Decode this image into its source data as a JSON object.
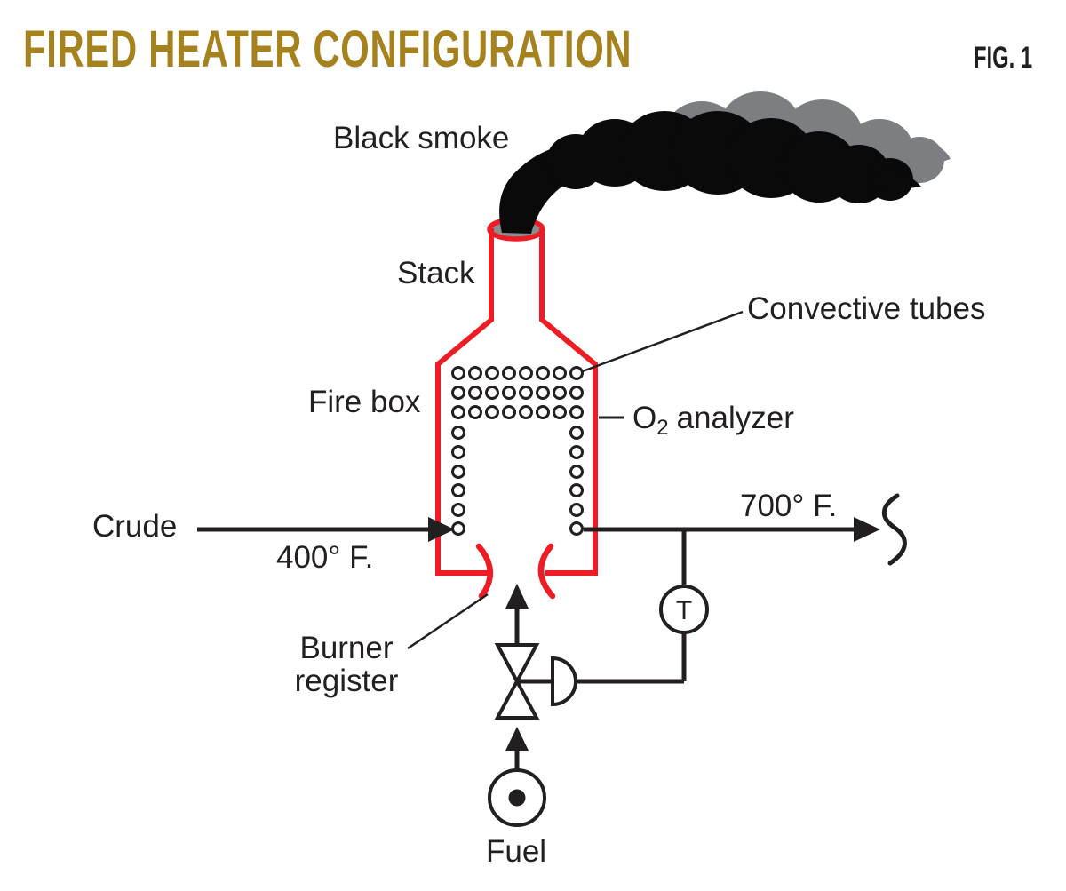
{
  "figure": {
    "title": "FIRED HEATER CONFIGURATION",
    "figure_number": "FIG. 1"
  },
  "labels": {
    "black_smoke": "Black smoke",
    "stack": "Stack",
    "convective_tubes": "Convective tubes",
    "fire_box": "Fire box",
    "o2_analyzer": {
      "element": "O",
      "subscript": "2",
      "rest": "analyzer"
    },
    "crude": "Crude",
    "crude_inlet_temperature": "400° F.",
    "crude_outlet_temperature": "700° F.",
    "burner_register": {
      "line1": "Burner",
      "line2": "register"
    },
    "fuel": "Fuel",
    "temperature_transmitter": "T"
  },
  "colors": {
    "background": "#FFFFFF",
    "title_gold": "#A5821D",
    "heater_outline_red": "#EE1C25",
    "smoke_black": "#0A0A0A",
    "smoke_gray": "#7C7E81",
    "line_black": "#231F20",
    "text_black": "#231F20"
  }
}
